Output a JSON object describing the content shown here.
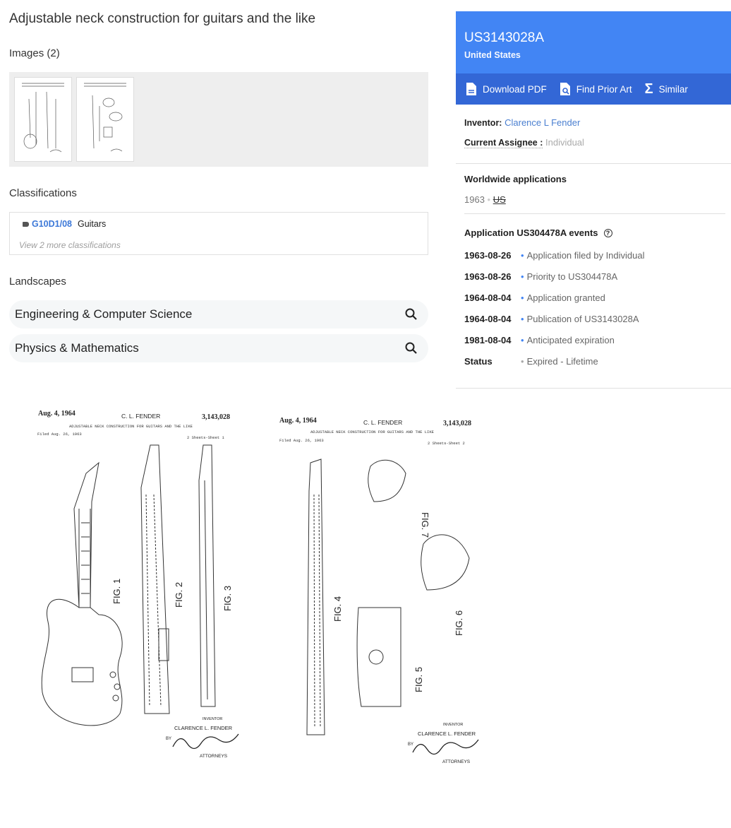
{
  "title": "Adjustable neck construction for guitars and the like",
  "images": {
    "heading": "Images (2)"
  },
  "classifications": {
    "heading": "Classifications",
    "code": "G10D1/08",
    "desc": "Guitars",
    "more": "View 2 more classifications"
  },
  "landscapes": {
    "heading": "Landscapes",
    "items": [
      "Engineering & Computer Science",
      "Physics & Mathematics"
    ]
  },
  "side": {
    "number": "US3143028A",
    "country": "United States",
    "actions": [
      "Download PDF",
      "Find Prior Art",
      "Similar"
    ],
    "inventor_label": "Inventor:",
    "inventor": "Clarence L Fender",
    "assignee_label": "Current Assignee :",
    "assignee": "Individual",
    "worldwide_heading": "Worldwide applications",
    "ww_year": "1963",
    "ww_country": "US",
    "events_heading": "Application US304478A events",
    "events": [
      {
        "date": "1963-08-26",
        "text": "Application filed by Individual"
      },
      {
        "date": "1963-08-26",
        "text": "Priority to US304478A"
      },
      {
        "date": "1964-08-04",
        "text": "Application granted"
      },
      {
        "date": "1964-08-04",
        "text": "Publication of US3143028A"
      },
      {
        "date": "1981-08-04",
        "text": "Anticipated expiration"
      }
    ],
    "status_label": "Status",
    "status": "Expired - Lifetime"
  },
  "sheets": [
    {
      "date": "Aug. 4, 1964",
      "inventor": "C. L. FENDER",
      "number": "3,143,028",
      "title": "ADJUSTABLE NECK CONSTRUCTION FOR GUITARS AND THE LIKE",
      "filed": "Filed Aug. 26, 1963",
      "sheet": "2 Sheets-Sheet 1",
      "figs": [
        "FIG. 1",
        "FIG. 2",
        "FIG. 3"
      ],
      "inv_label": "INVENTOR",
      "inv_name": "CLARENCE L. FENDER",
      "by": "BY",
      "attorneys": "ATTORNEYS",
      "signature": "Sammeif & Carr"
    },
    {
      "date": "Aug. 4, 1964",
      "inventor": "C. L. FENDER",
      "number": "3,143,028",
      "title": "ADJUSTABLE NECK CONSTRUCTION FOR GUITARS AND THE LIKE",
      "filed": "Filed Aug. 26, 1963",
      "sheet": "2 Sheets-Sheet 2",
      "figs": [
        "FIG. 4",
        "FIG. 5",
        "FIG. 6",
        "FIG. 7"
      ],
      "inv_label": "INVENTOR",
      "inv_name": "CLARENCE L. FENDER",
      "by": "BY",
      "attorneys": "ATTORNEYS",
      "signature": "Sammeif & Carr"
    }
  ]
}
